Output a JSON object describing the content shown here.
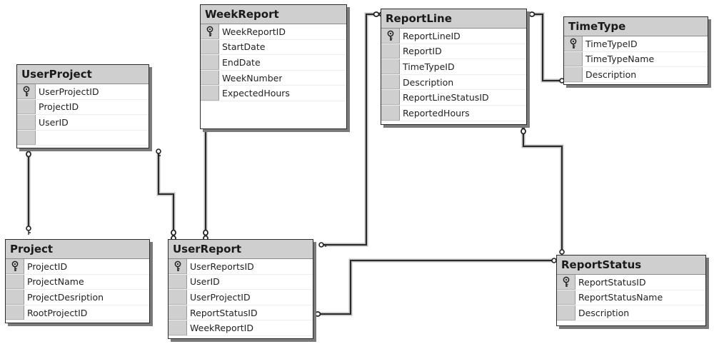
{
  "tables": [
    {
      "id": "weekreport",
      "name": "WeekReport",
      "fields": [
        {
          "name": "WeekReportID",
          "key": true
        },
        {
          "name": "StartDate",
          "key": false
        },
        {
          "name": "EndDate",
          "key": false
        },
        {
          "name": "WeekNumber",
          "key": false
        },
        {
          "name": "ExpectedHours",
          "key": false
        }
      ]
    },
    {
      "id": "reportline",
      "name": "ReportLine",
      "fields": [
        {
          "name": "ReportLineID",
          "key": true
        },
        {
          "name": "ReportID",
          "key": false
        },
        {
          "name": "TimeTypeID",
          "key": false
        },
        {
          "name": "Description",
          "key": false
        },
        {
          "name": "ReportLineStatusID",
          "key": false
        },
        {
          "name": "ReportedHours",
          "key": false
        }
      ]
    },
    {
      "id": "timetype",
      "name": "TimeType",
      "fields": [
        {
          "name": "TimeTypeID",
          "key": true
        },
        {
          "name": "TimeTypeName",
          "key": false
        },
        {
          "name": "Description",
          "key": false
        }
      ]
    },
    {
      "id": "userproject",
      "name": "UserProject",
      "fields": [
        {
          "name": "UserProjectID",
          "key": true
        },
        {
          "name": "ProjectID",
          "key": false
        },
        {
          "name": "UserID",
          "key": false
        },
        {
          "name": "",
          "key": false
        }
      ]
    },
    {
      "id": "project",
      "name": "Project",
      "fields": [
        {
          "name": "ProjectID",
          "key": true
        },
        {
          "name": "ProjectName",
          "key": false
        },
        {
          "name": "ProjectDesription",
          "key": false
        },
        {
          "name": "RootProjectID",
          "key": false
        }
      ]
    },
    {
      "id": "userreport",
      "name": "UserReport",
      "fields": [
        {
          "name": "UserReportsID",
          "key": true
        },
        {
          "name": "UserID",
          "key": false
        },
        {
          "name": "UserProjectID",
          "key": false
        },
        {
          "name": "ReportStatusID",
          "key": false
        },
        {
          "name": "WeekReportID",
          "key": false
        }
      ]
    },
    {
      "id": "reportstatus",
      "name": "ReportStatus",
      "fields": [
        {
          "name": "ReportStatusID",
          "key": true
        },
        {
          "name": "ReportStatusName",
          "key": false
        },
        {
          "name": "Description",
          "key": false
        }
      ]
    }
  ],
  "relationships": [
    {
      "from": "userproject",
      "to": "project",
      "label": "",
      "from_end": "many",
      "to_end": "one"
    },
    {
      "from": "userproject",
      "to": "userreport",
      "label": "",
      "from_end": "one",
      "to_end": "many"
    },
    {
      "from": "weekreport",
      "to": "userreport",
      "label": "",
      "from_end": "one",
      "to_end": "many"
    },
    {
      "from": "userreport",
      "to": "reportline",
      "label": "",
      "from_end": "one",
      "to_end": "many"
    },
    {
      "from": "reportline",
      "to": "timetype",
      "label": "",
      "from_end": "many",
      "to_end": "one"
    },
    {
      "from": "reportline",
      "to": "reportstatus",
      "label": "",
      "from_end": "many",
      "to_end": "one"
    },
    {
      "from": "userreport",
      "to": "reportstatus",
      "label": "",
      "from_end": "many",
      "to_end": "one"
    }
  ],
  "colors": {
    "title_bar": "#cfcfcf",
    "border": "#2a2a2a",
    "shadow": "#7a7a7a",
    "connector": "#333333"
  },
  "icons": {
    "primary_key": "key-icon",
    "one_end": "key-icon",
    "many_end": "infinity-icon"
  }
}
